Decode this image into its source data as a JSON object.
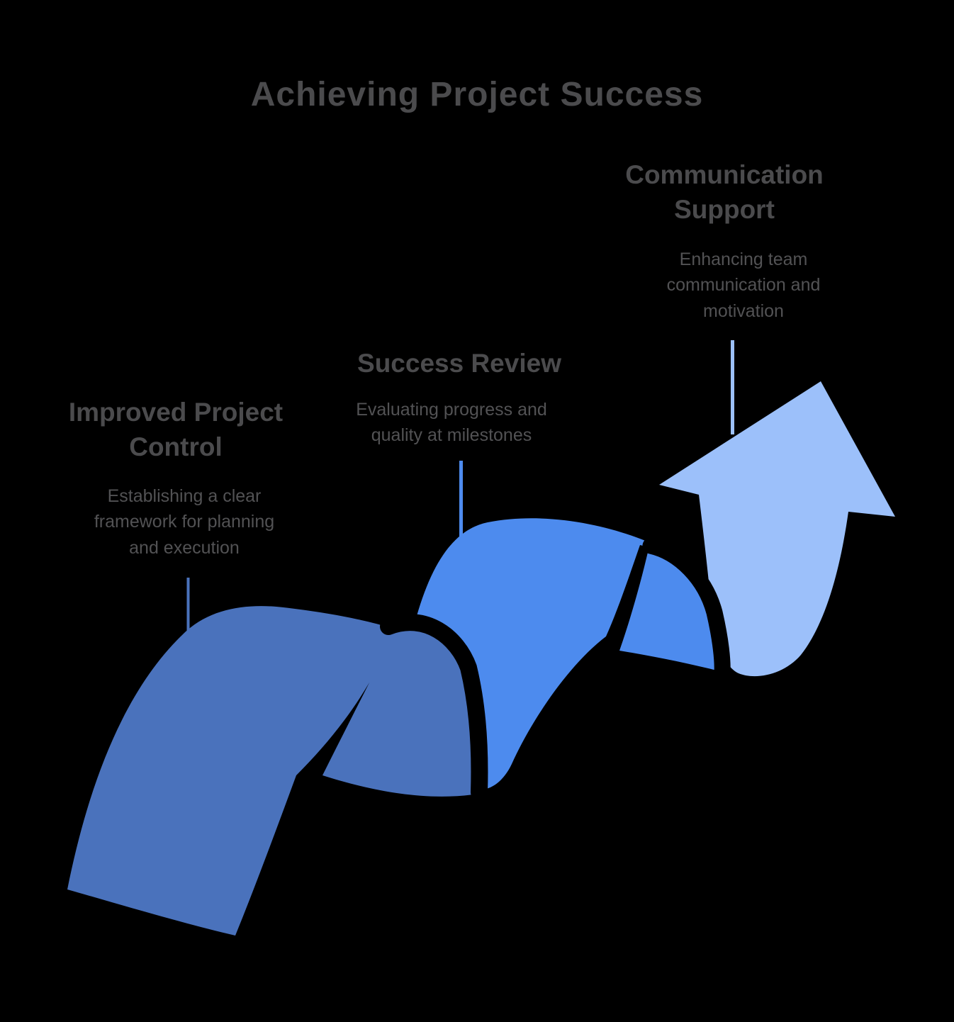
{
  "title": "Achieving Project Success",
  "background_color": "#000000",
  "outline_color": "#000000",
  "text_colors": {
    "heading": "#4b4b4d",
    "body": "#525254"
  },
  "stages": [
    {
      "id": 1,
      "heading": "Improved Project\nControl",
      "description": "Establishing a clear\nframework for planning\nand execution",
      "color": "#4a72bc"
    },
    {
      "id": 2,
      "heading": "Success Review",
      "description": "Evaluating progress and\nquality at milestones",
      "color": "#4d8bee"
    },
    {
      "id": 3,
      "heading": "Communication\nSupport",
      "description": "Enhancing team\ncommunication and\nmotivation",
      "color": "#9cc0fa"
    }
  ]
}
